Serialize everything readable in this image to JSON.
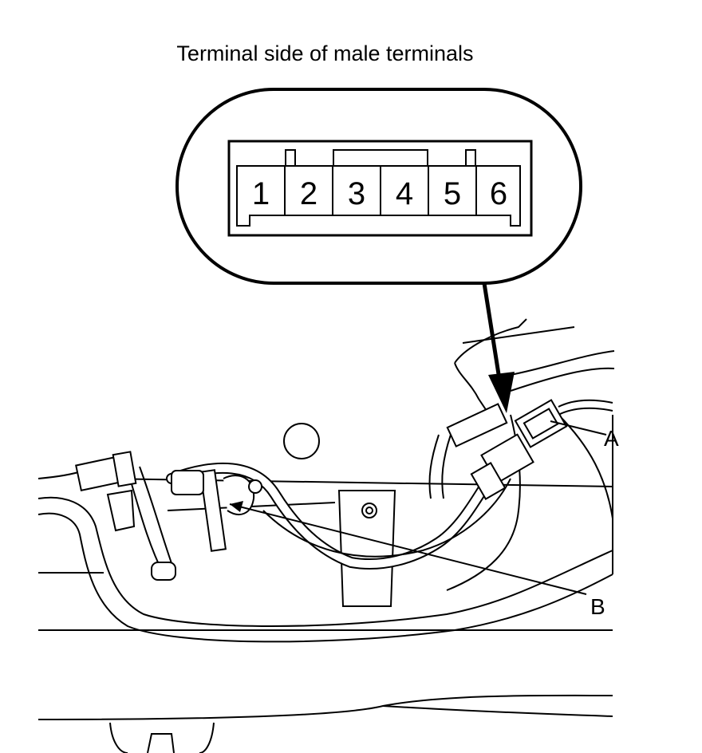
{
  "caption": "Terminal side of male terminals",
  "connector": {
    "pins": [
      "1",
      "2",
      "3",
      "4",
      "5",
      "6"
    ]
  },
  "callouts": {
    "a": "A",
    "b": "B"
  }
}
